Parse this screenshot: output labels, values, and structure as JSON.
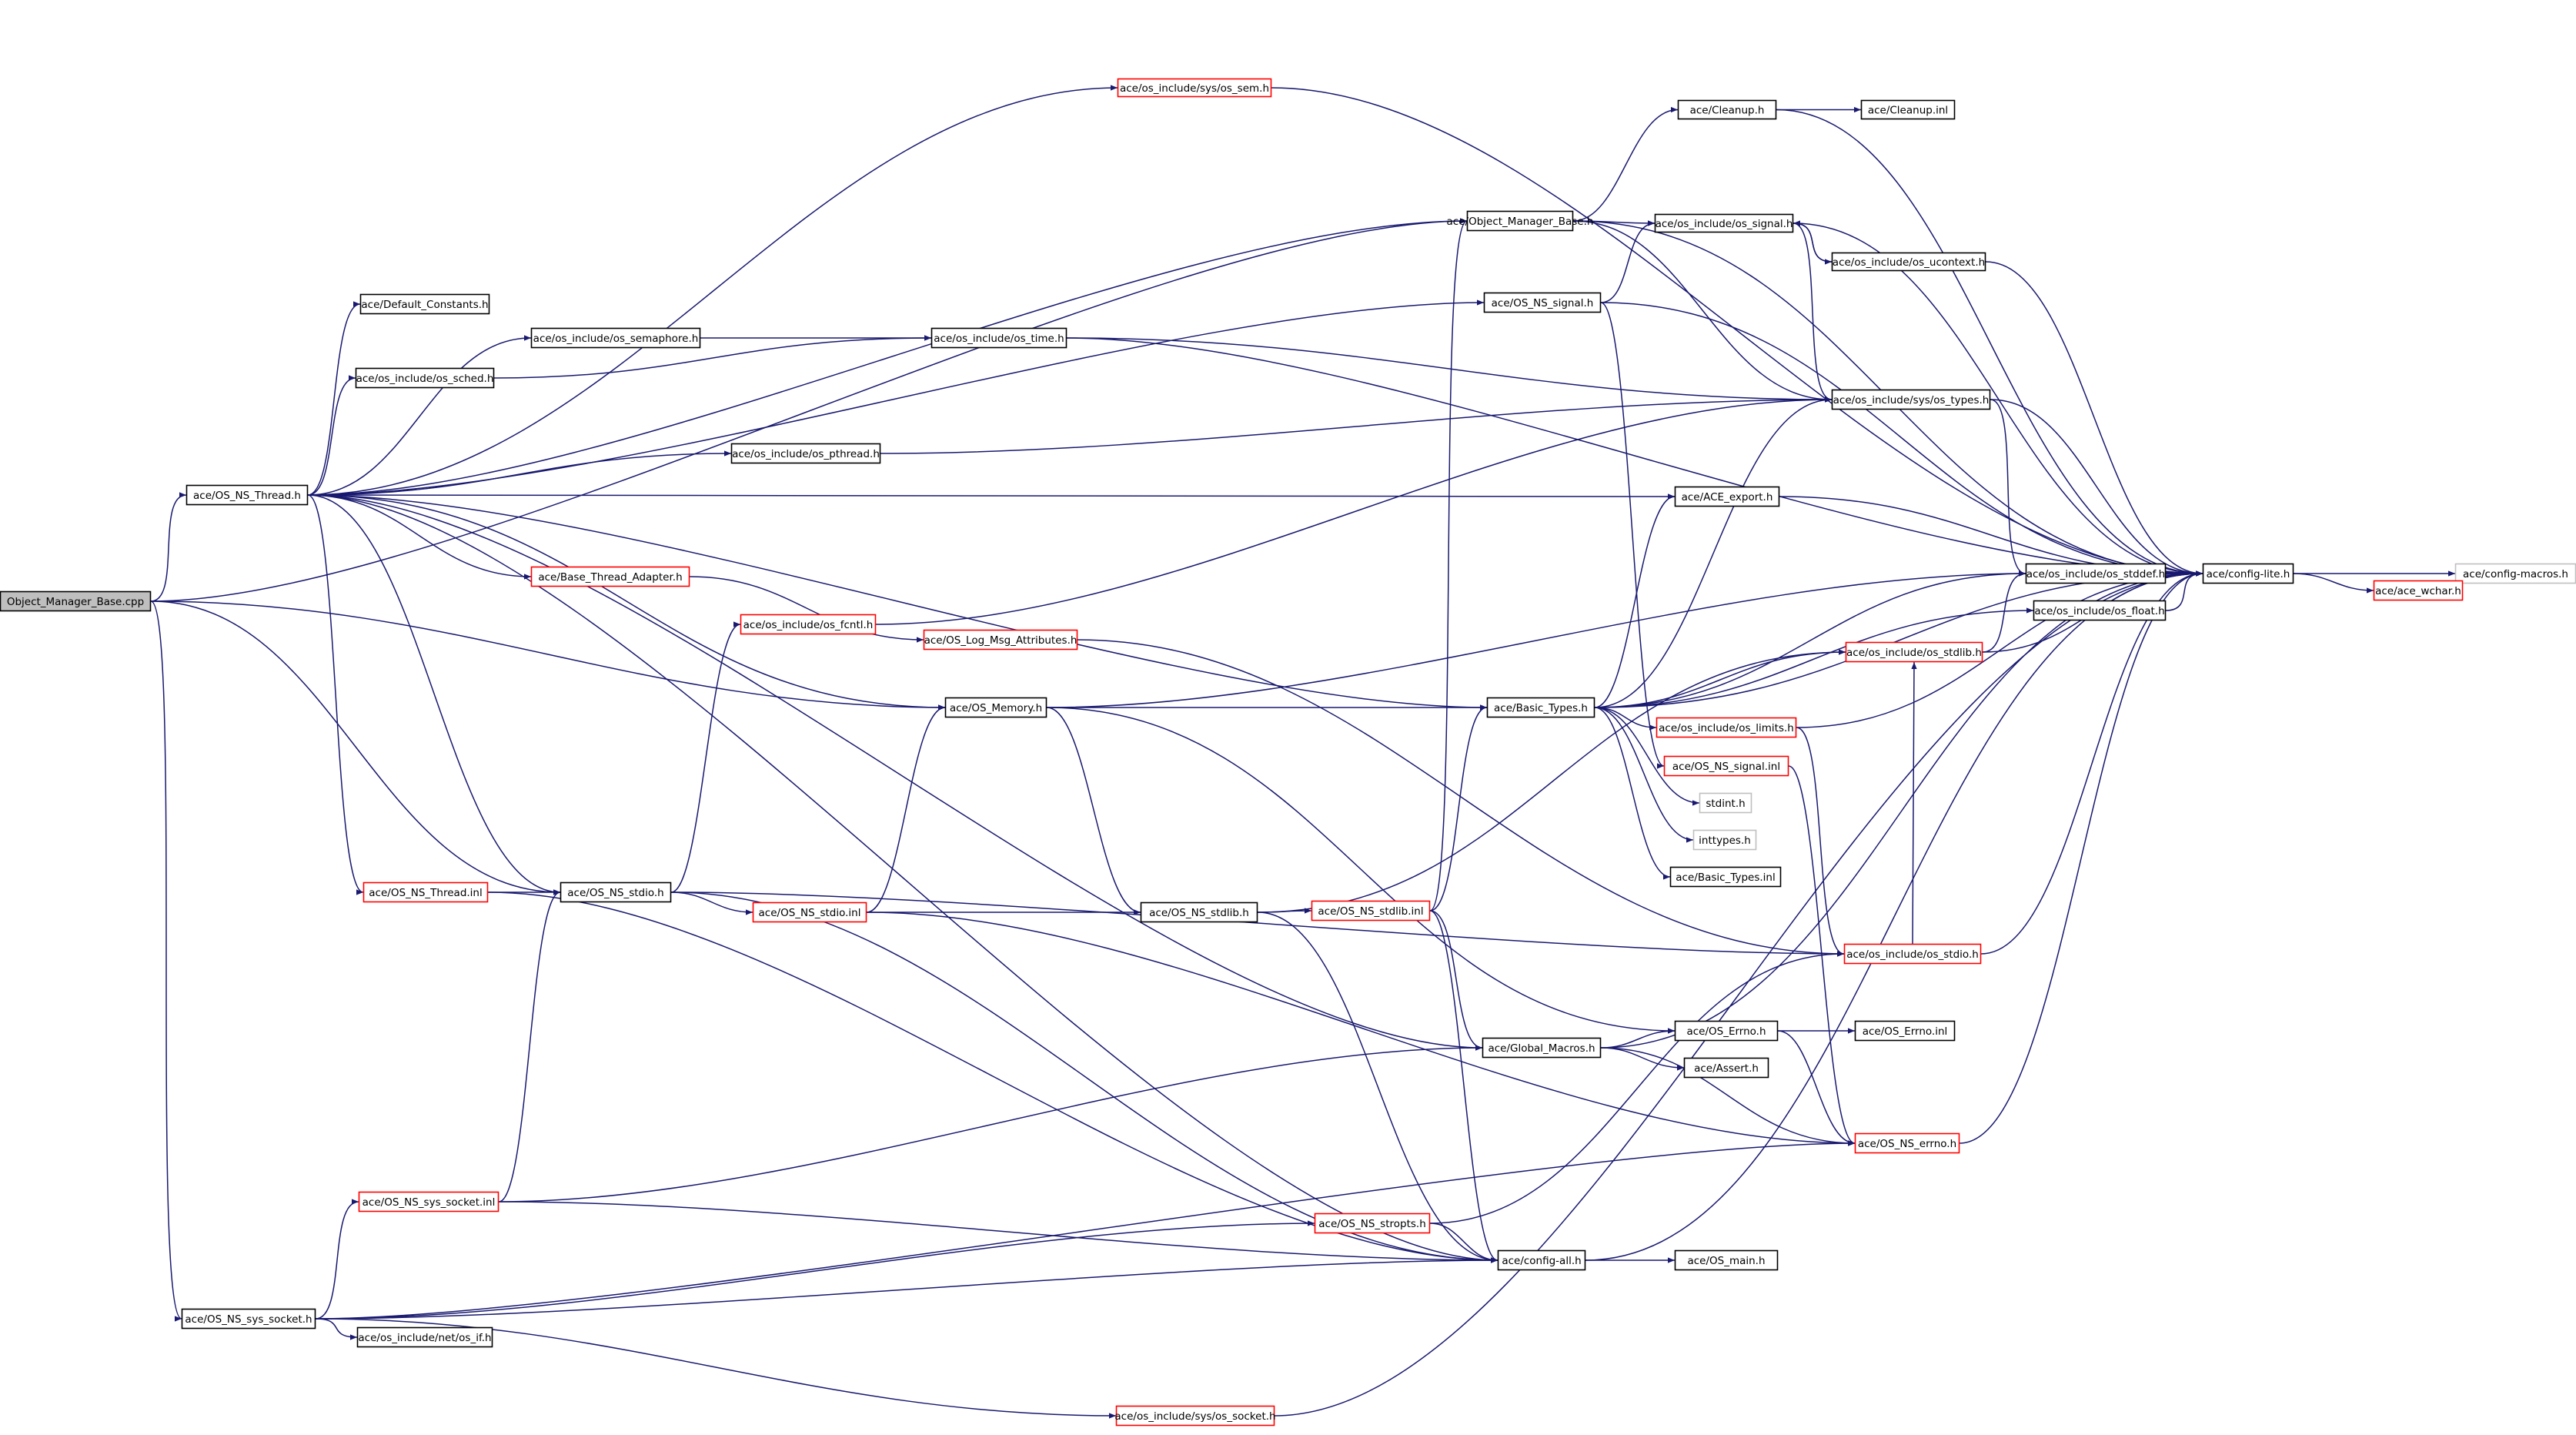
{
  "colors": {
    "edge": "#191970",
    "border_default": "#000000",
    "border_truncated": "#ff0000",
    "border_leaf": "#bfbfbf",
    "root_fill": "#bfbfbf"
  },
  "nodes": [
    {
      "id": "root",
      "label": "Object_Manager_Base.cpp",
      "kind": "root"
    },
    {
      "id": "os_sem",
      "label": "ace/os_include/sys/os_sem.h",
      "kind": "truncated"
    },
    {
      "id": "cleanup",
      "label": "ace/Cleanup.h",
      "kind": "normal"
    },
    {
      "id": "cleanup_inl",
      "label": "ace/Cleanup.inl",
      "kind": "normal"
    },
    {
      "id": "omb_h",
      "label": "ace/Object_Manager_Base.h",
      "kind": "normal"
    },
    {
      "id": "os_signal",
      "label": "ace/os_include/os_signal.h",
      "kind": "normal"
    },
    {
      "id": "os_ucontext",
      "label": "ace/os_include/os_ucontext.h",
      "kind": "normal"
    },
    {
      "id": "default_constants",
      "label": "ace/Default_Constants.h",
      "kind": "normal"
    },
    {
      "id": "os_ns_signal_h",
      "label": "ace/OS_NS_signal.h",
      "kind": "normal"
    },
    {
      "id": "os_semaphore",
      "label": "ace/os_include/os_semaphore.h",
      "kind": "normal"
    },
    {
      "id": "os_time",
      "label": "ace/os_include/os_time.h",
      "kind": "normal"
    },
    {
      "id": "os_sched",
      "label": "ace/os_include/os_sched.h",
      "kind": "normal"
    },
    {
      "id": "os_types",
      "label": "ace/os_include/sys/os_types.h",
      "kind": "normal"
    },
    {
      "id": "os_pthread",
      "label": "ace/os_include/os_pthread.h",
      "kind": "normal"
    },
    {
      "id": "os_ns_thread_h",
      "label": "ace/OS_NS_Thread.h",
      "kind": "normal"
    },
    {
      "id": "ace_export",
      "label": "ace/ACE_export.h",
      "kind": "normal"
    },
    {
      "id": "os_stddef",
      "label": "ace/os_include/os_stddef.h",
      "kind": "normal"
    },
    {
      "id": "config_lite",
      "label": "ace/config-lite.h",
      "kind": "normal"
    },
    {
      "id": "config_macros",
      "label": "ace/config-macros.h",
      "kind": "leaf"
    },
    {
      "id": "ace_wchar",
      "label": "ace/ace_wchar.h",
      "kind": "truncated"
    },
    {
      "id": "base_thread_adapter",
      "label": "ace/Base_Thread_Adapter.h",
      "kind": "truncated"
    },
    {
      "id": "os_float",
      "label": "ace/os_include/os_float.h",
      "kind": "normal"
    },
    {
      "id": "os_fcntl",
      "label": "ace/os_include/os_fcntl.h",
      "kind": "truncated"
    },
    {
      "id": "log_msg_attr",
      "label": "ace/OS_Log_Msg_Attributes.h",
      "kind": "truncated"
    },
    {
      "id": "os_stdlib_h",
      "label": "ace/os_include/os_stdlib.h",
      "kind": "truncated"
    },
    {
      "id": "os_memory",
      "label": "ace/OS_Memory.h",
      "kind": "normal"
    },
    {
      "id": "basic_types",
      "label": "ace/Basic_Types.h",
      "kind": "normal"
    },
    {
      "id": "os_limits",
      "label": "ace/os_include/os_limits.h",
      "kind": "truncated"
    },
    {
      "id": "os_ns_signal_inl",
      "label": "ace/OS_NS_signal.inl",
      "kind": "truncated"
    },
    {
      "id": "stdint",
      "label": "stdint.h",
      "kind": "leaf"
    },
    {
      "id": "inttypes",
      "label": "inttypes.h",
      "kind": "leaf"
    },
    {
      "id": "basic_types_inl",
      "label": "ace/Basic_Types.inl",
      "kind": "normal"
    },
    {
      "id": "os_ns_thread_inl",
      "label": "ace/OS_NS_Thread.inl",
      "kind": "truncated"
    },
    {
      "id": "os_ns_stdio_h",
      "label": "ace/OS_NS_stdio.h",
      "kind": "normal"
    },
    {
      "id": "os_ns_stdio_inl",
      "label": "ace/OS_NS_stdio.inl",
      "kind": "truncated"
    },
    {
      "id": "os_ns_stdlib_h",
      "label": "ace/OS_NS_stdlib.h",
      "kind": "normal"
    },
    {
      "id": "os_ns_stdlib_inl",
      "label": "ace/OS_NS_stdlib.inl",
      "kind": "truncated"
    },
    {
      "id": "os_stdio",
      "label": "ace/os_include/os_stdio.h",
      "kind": "truncated"
    },
    {
      "id": "os_errno_h",
      "label": "ace/OS_Errno.h",
      "kind": "normal"
    },
    {
      "id": "os_errno_inl",
      "label": "ace/OS_Errno.inl",
      "kind": "normal"
    },
    {
      "id": "global_macros",
      "label": "ace/Global_Macros.h",
      "kind": "normal"
    },
    {
      "id": "assert",
      "label": "ace/Assert.h",
      "kind": "normal"
    },
    {
      "id": "os_ns_errno",
      "label": "ace/OS_NS_errno.h",
      "kind": "truncated"
    },
    {
      "id": "os_ns_sys_socket_inl",
      "label": "ace/OS_NS_sys_socket.inl",
      "kind": "truncated"
    },
    {
      "id": "os_ns_stropts",
      "label": "ace/OS_NS_stropts.h",
      "kind": "truncated"
    },
    {
      "id": "config_all",
      "label": "ace/config-all.h",
      "kind": "normal"
    },
    {
      "id": "os_main",
      "label": "ace/OS_main.h",
      "kind": "normal"
    },
    {
      "id": "os_ns_sys_socket_h",
      "label": "ace/OS_NS_sys_socket.h",
      "kind": "normal"
    },
    {
      "id": "os_if",
      "label": "ace/os_include/net/os_if.h",
      "kind": "normal"
    },
    {
      "id": "os_socket",
      "label": "ace/os_include/sys/os_socket.h",
      "kind": "truncated"
    }
  ],
  "edges": [
    [
      "root",
      "os_ns_thread_h"
    ],
    [
      "root",
      "omb_h"
    ],
    [
      "root",
      "os_memory"
    ],
    [
      "root",
      "os_ns_stdio_h"
    ],
    [
      "root",
      "os_ns_sys_socket_h"
    ],
    [
      "os_ns_thread_h",
      "os_sem"
    ],
    [
      "os_ns_thread_h",
      "omb_h"
    ],
    [
      "os_ns_thread_h",
      "os_ns_signal_h"
    ],
    [
      "os_ns_thread_h",
      "default_constants"
    ],
    [
      "os_ns_thread_h",
      "os_semaphore"
    ],
    [
      "os_ns_thread_h",
      "os_sched"
    ],
    [
      "os_ns_thread_h",
      "os_pthread"
    ],
    [
      "os_ns_thread_h",
      "ace_export"
    ],
    [
      "os_ns_thread_h",
      "base_thread_adapter"
    ],
    [
      "os_ns_thread_h",
      "os_memory"
    ],
    [
      "os_ns_thread_h",
      "basic_types"
    ],
    [
      "os_ns_thread_h",
      "os_ns_thread_inl"
    ],
    [
      "os_ns_thread_h",
      "global_macros"
    ],
    [
      "os_ns_thread_h",
      "config_all"
    ],
    [
      "os_ns_thread_h",
      "os_ns_stdio_h"
    ],
    [
      "os_sem",
      "config_lite"
    ],
    [
      "omb_h",
      "cleanup"
    ],
    [
      "omb_h",
      "config_lite"
    ],
    [
      "omb_h",
      "os_signal"
    ],
    [
      "omb_h",
      "os_types"
    ],
    [
      "cleanup",
      "cleanup_inl"
    ],
    [
      "cleanup",
      "config_lite"
    ],
    [
      "os_signal",
      "os_ucontext"
    ],
    [
      "os_signal",
      "config_lite"
    ],
    [
      "os_signal",
      "os_types"
    ],
    [
      "os_ucontext",
      "os_signal"
    ],
    [
      "os_ucontext",
      "config_lite"
    ],
    [
      "os_ns_signal_h",
      "os_signal"
    ],
    [
      "os_ns_signal_h",
      "config_lite"
    ],
    [
      "os_ns_signal_h",
      "os_ns_signal_inl"
    ],
    [
      "os_semaphore",
      "os_time"
    ],
    [
      "os_sched",
      "os_time"
    ],
    [
      "os_time",
      "os_types"
    ],
    [
      "os_time",
      "config_lite"
    ],
    [
      "os_pthread",
      "os_types"
    ],
    [
      "os_types",
      "os_stddef"
    ],
    [
      "os_types",
      "config_lite"
    ],
    [
      "ace_export",
      "config_lite"
    ],
    [
      "os_stddef",
      "config_lite"
    ],
    [
      "config_lite",
      "config_macros"
    ],
    [
      "config_lite",
      "ace_wchar"
    ],
    [
      "ace_wchar",
      "config_macros"
    ],
    [
      "base_thread_adapter",
      "log_msg_attr"
    ],
    [
      "os_float",
      "config_lite"
    ],
    [
      "os_fcntl",
      "os_types"
    ],
    [
      "log_msg_attr",
      "os_stdio"
    ],
    [
      "os_stdlib_h",
      "os_stddef"
    ],
    [
      "os_stdlib_h",
      "config_lite"
    ],
    [
      "os_memory",
      "basic_types"
    ],
    [
      "os_memory",
      "os_stddef"
    ],
    [
      "os_memory",
      "os_ns_stdlib_h"
    ],
    [
      "os_memory",
      "os_errno_h"
    ],
    [
      "basic_types",
      "os_types"
    ],
    [
      "basic_types",
      "ace_export"
    ],
    [
      "basic_types",
      "os_stddef"
    ],
    [
      "basic_types",
      "os_float"
    ],
    [
      "basic_types",
      "os_stdlib_h"
    ],
    [
      "basic_types",
      "os_limits"
    ],
    [
      "basic_types",
      "stdint"
    ],
    [
      "basic_types",
      "inttypes"
    ],
    [
      "basic_types",
      "basic_types_inl"
    ],
    [
      "basic_types",
      "config_lite"
    ],
    [
      "os_limits",
      "os_stdio"
    ],
    [
      "os_limits",
      "config_lite"
    ],
    [
      "os_ns_signal_inl",
      "os_ns_errno"
    ],
    [
      "os_ns_thread_inl",
      "os_ns_stdio_h"
    ],
    [
      "os_ns_thread_inl",
      "config_all"
    ],
    [
      "os_ns_stdio_h",
      "os_fcntl"
    ],
    [
      "os_ns_stdio_h",
      "os_ns_stdio_inl"
    ],
    [
      "os_ns_stdio_h",
      "os_stdio"
    ],
    [
      "os_ns_stdio_h",
      "config_all"
    ],
    [
      "os_ns_stdio_inl",
      "os_memory"
    ],
    [
      "os_ns_stdio_inl",
      "os_ns_stdlib_h"
    ],
    [
      "os_ns_stdio_inl",
      "os_ns_errno"
    ],
    [
      "os_ns_stdlib_h",
      "os_ns_stdlib_inl"
    ],
    [
      "os_ns_stdlib_h",
      "os_stdlib_h"
    ],
    [
      "os_ns_stdlib_h",
      "config_all"
    ],
    [
      "os_ns_stdlib_inl",
      "basic_types"
    ],
    [
      "os_ns_stdlib_inl",
      "omb_h"
    ],
    [
      "os_ns_stdlib_inl",
      "global_macros"
    ],
    [
      "os_ns_stdlib_inl",
      "config_all"
    ],
    [
      "os_stdio",
      "os_stdlib_h"
    ],
    [
      "os_stdio",
      "config_lite"
    ],
    [
      "os_errno_h",
      "os_errno_inl"
    ],
    [
      "os_errno_h",
      "os_ns_errno"
    ],
    [
      "global_macros",
      "os_errno_h"
    ],
    [
      "global_macros",
      "assert"
    ],
    [
      "global_macros",
      "config_lite"
    ],
    [
      "global_macros",
      "os_ns_errno"
    ],
    [
      "os_ns_errno",
      "config_lite"
    ],
    [
      "os_ns_sys_socket_inl",
      "os_ns_stdio_h"
    ],
    [
      "os_ns_sys_socket_inl",
      "global_macros"
    ],
    [
      "os_ns_sys_socket_inl",
      "config_all"
    ],
    [
      "os_ns_stropts",
      "config_all"
    ],
    [
      "os_ns_stropts",
      "os_stdio"
    ],
    [
      "config_all",
      "os_main"
    ],
    [
      "config_all",
      "config_lite"
    ],
    [
      "os_ns_sys_socket_h",
      "os_ns_sys_socket_inl"
    ],
    [
      "os_ns_sys_socket_h",
      "os_if"
    ],
    [
      "os_ns_sys_socket_h",
      "os_socket"
    ],
    [
      "os_ns_sys_socket_h",
      "os_ns_stropts"
    ],
    [
      "os_ns_sys_socket_h",
      "config_all"
    ],
    [
      "os_ns_sys_socket_h",
      "os_ns_errno"
    ],
    [
      "os_socket",
      "config_lite"
    ]
  ]
}
